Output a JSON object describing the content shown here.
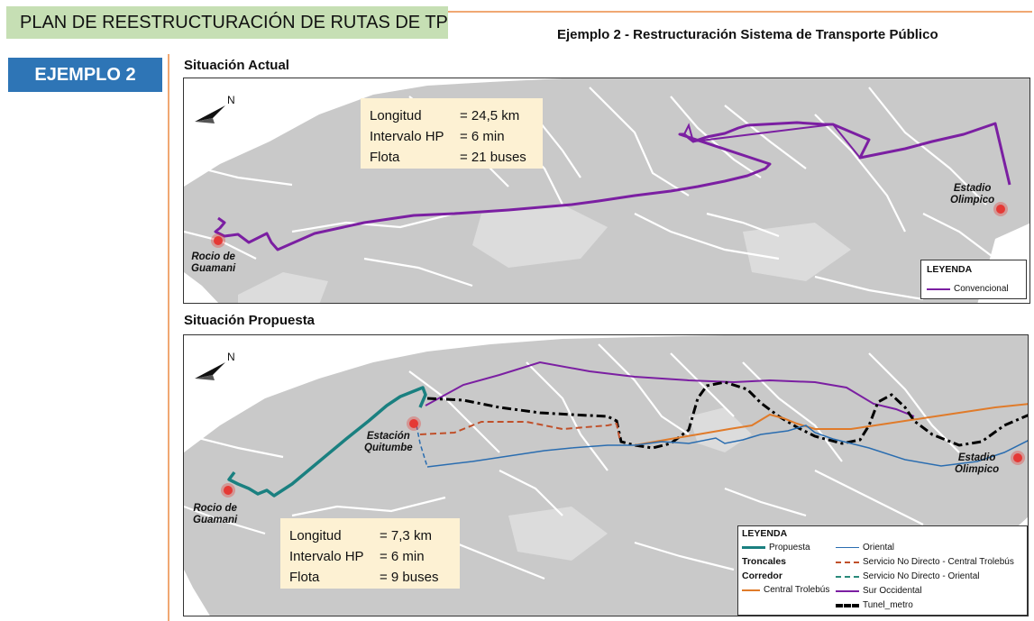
{
  "header": {
    "title": "PLAN DE REESTRUCTURACIÓN DE RUTAS DE TP",
    "subtitle": "Ejemplo 2 - Restructuración Sistema de Transporte Público",
    "badge": "EJEMPLO 2"
  },
  "current": {
    "title": "Situación Actual",
    "info": [
      {
        "label": "Longitud",
        "value": "= 24,5 km"
      },
      {
        "label": "Intervalo HP",
        "value": "= 6 min"
      },
      {
        "label": "Flota",
        "value": "= 21 buses"
      }
    ],
    "places": {
      "start": [
        "Rocio de",
        "Guamani"
      ],
      "end": [
        "Estadio",
        "Olimpico"
      ]
    },
    "legend": {
      "title": "LEYENDA",
      "items": [
        {
          "label": "Convencional",
          "color": "#7b1fa2"
        }
      ]
    }
  },
  "proposed": {
    "title": "Situación Propuesta",
    "info": [
      {
        "label": "Longitud",
        "value": "= 7,3 km"
      },
      {
        "label": "Intervalo HP",
        "value": "= 6 min"
      },
      {
        "label": "Flota",
        "value": "= 9 buses"
      }
    ],
    "places": {
      "start": [
        "Rocio de",
        "Guamani"
      ],
      "station": [
        "Estación",
        "Quitumbe"
      ],
      "end": [
        "Estadio",
        "Olimpico"
      ]
    },
    "legend": {
      "title": "LEYENDA",
      "propuesta": "Propuesta",
      "troncales": "Troncales",
      "corredor": "Corredor",
      "central": "Central Trolebús",
      "oriental": "Oriental",
      "snd_central": "Servicio No Directo - Central Trolebús",
      "snd_oriental": "Servicio No Directo - Oriental",
      "sur_occ": "Sur Occidental",
      "tunel": "Tunel_metro"
    }
  },
  "colors": {
    "convencional": "#7b1fa2",
    "propuesta": "#1a8080",
    "central": "#e07b2a",
    "oriental": "#2a6db0",
    "snd": "#c0502a",
    "tunel": "#000000",
    "terrain": "#c9c9c9",
    "marker": "#e53935"
  },
  "icons": [
    "north-arrow-icon",
    "location-marker-icon"
  ]
}
